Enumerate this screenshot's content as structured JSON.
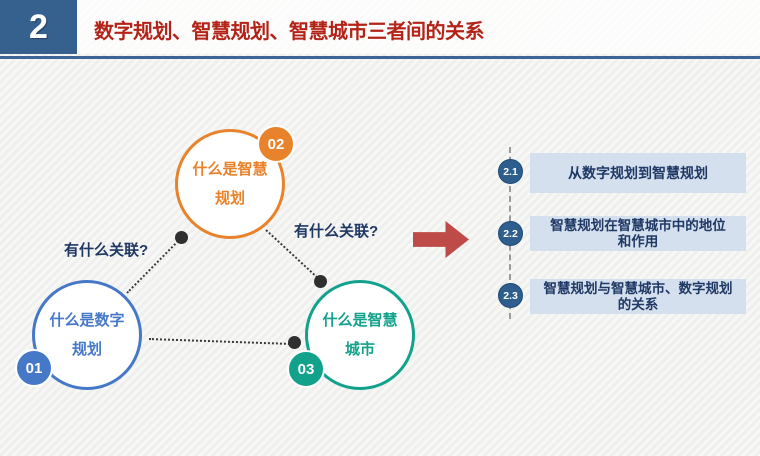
{
  "header": {
    "section_number": "2",
    "title": "数字规划、智慧规划、智慧城市三者间的关系",
    "title_color": "#b42318",
    "number_box_color": "#36618f",
    "underline_color": "#3d6496"
  },
  "diagram": {
    "nodes": [
      {
        "badge": "01",
        "line1": "什么是数字",
        "line2": "规划",
        "color": "#4678c8"
      },
      {
        "badge": "02",
        "line1": "什么是智慧",
        "line2": "规划",
        "color": "#e8832b"
      },
      {
        "badge": "03",
        "line1": "什么是智慧",
        "line2": "城市",
        "color": "#12a28c"
      }
    ],
    "question_left": "有什么关联?",
    "question_right": "有什么关联?",
    "question_color": "#1f3864",
    "connector_color": "#3a3a3a",
    "arrow_color": "#be4b48"
  },
  "agenda": {
    "badge_color": "#2d5e8e",
    "box_color": "#d5e0ee",
    "text_color": "#1f3864",
    "items": [
      {
        "badge": "2.1",
        "lines": [
          "从数字规划到智慧规划",
          ""
        ]
      },
      {
        "badge": "2.2",
        "lines": [
          "智慧规划在智慧城市中的地位",
          "和作用"
        ]
      },
      {
        "badge": "2.3",
        "lines": [
          "智慧规划与智慧城市、数字规划",
          "的关系"
        ]
      }
    ]
  }
}
